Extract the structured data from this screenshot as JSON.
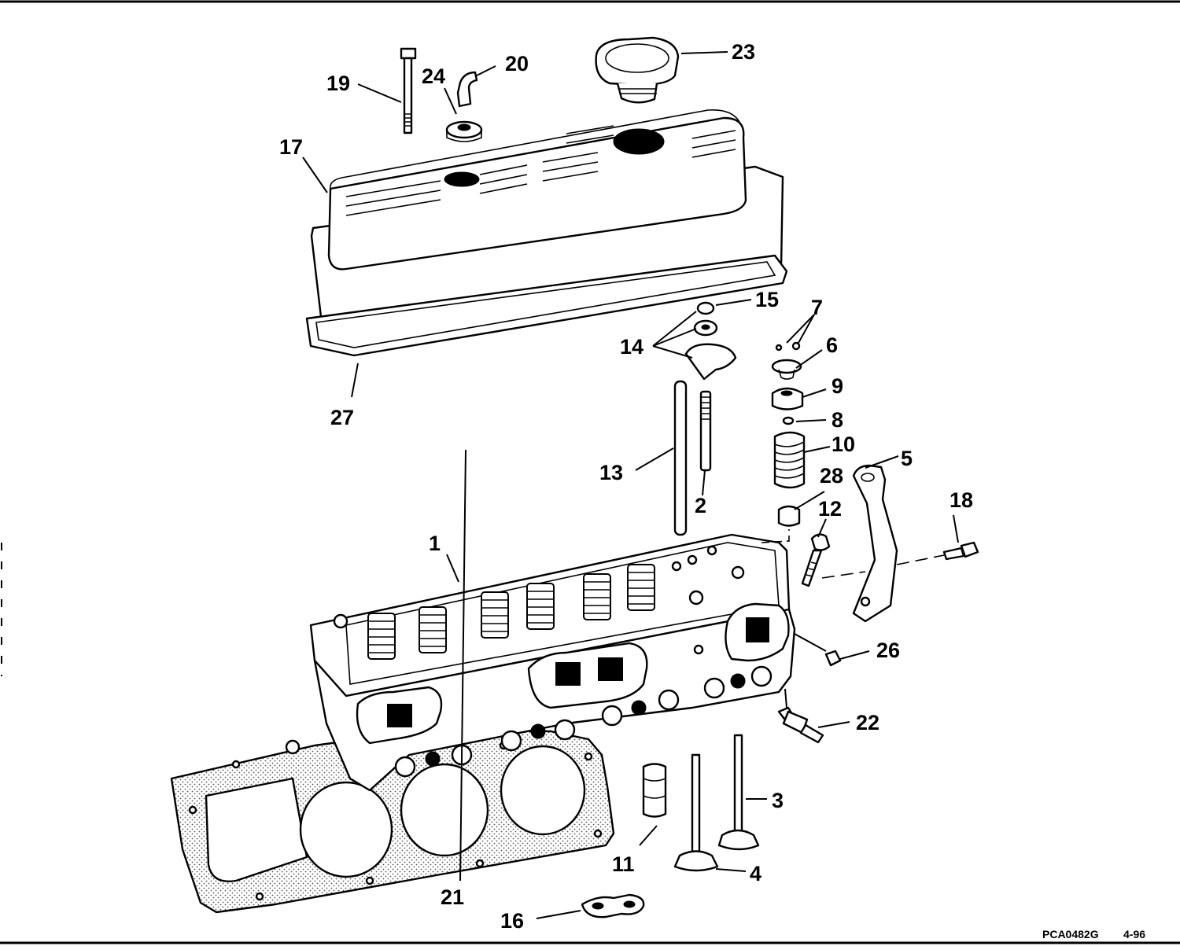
{
  "diagram": {
    "labels": [
      {
        "id": "1",
        "text": "1"
      },
      {
        "id": "2",
        "text": "2"
      },
      {
        "id": "3",
        "text": "3"
      },
      {
        "id": "4",
        "text": "4"
      },
      {
        "id": "5",
        "text": "5"
      },
      {
        "id": "6",
        "text": "6"
      },
      {
        "id": "7",
        "text": "7"
      },
      {
        "id": "8",
        "text": "8"
      },
      {
        "id": "9",
        "text": "9"
      },
      {
        "id": "10",
        "text": "10"
      },
      {
        "id": "11",
        "text": "11"
      },
      {
        "id": "12",
        "text": "12"
      },
      {
        "id": "13",
        "text": "13"
      },
      {
        "id": "14",
        "text": "14"
      },
      {
        "id": "15",
        "text": "15"
      },
      {
        "id": "16",
        "text": "16"
      },
      {
        "id": "17",
        "text": "17"
      },
      {
        "id": "18",
        "text": "18"
      },
      {
        "id": "19",
        "text": "19"
      },
      {
        "id": "20",
        "text": "20"
      },
      {
        "id": "21",
        "text": "21"
      },
      {
        "id": "22",
        "text": "22"
      },
      {
        "id": "23",
        "text": "23"
      },
      {
        "id": "24",
        "text": "24"
      },
      {
        "id": "26",
        "text": "26"
      },
      {
        "id": "27",
        "text": "27"
      },
      {
        "id": "28",
        "text": "28"
      }
    ],
    "figure_code": "PCA0482G",
    "figure_date": "4-96"
  }
}
